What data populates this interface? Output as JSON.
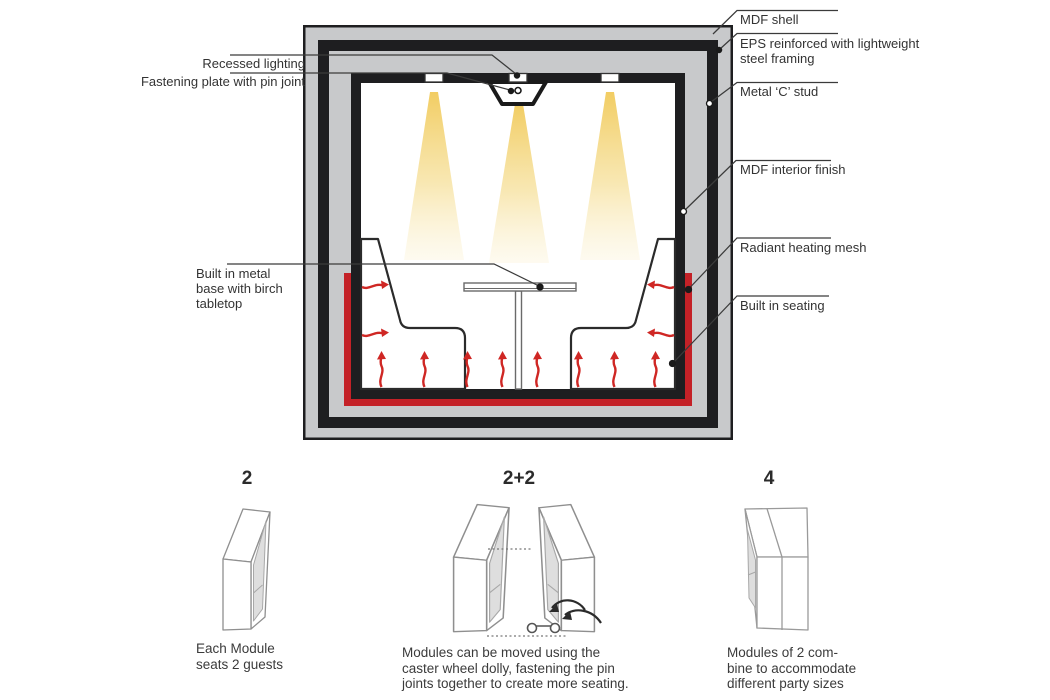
{
  "title": "Dining module cross-section diagram",
  "colors": {
    "wall_black": "#1e1e20",
    "wall_gray": "#c8c9cb",
    "heating_red": "#c42127",
    "light_yellow": "#f2cc5f",
    "sketch_gray": "#8f8f8f",
    "leader_line": "#3b3b3b",
    "text": "#333333"
  },
  "labels": {
    "left": [
      {
        "id": "recessed-lighting",
        "lines": [
          "Recessed lighting"
        ]
      },
      {
        "id": "fastening-plate",
        "lines": [
          "Fastening plate with pin joint"
        ]
      },
      {
        "id": "metal-base",
        "lines": [
          "Built in metal",
          "base with birch",
          "tabletop"
        ]
      }
    ],
    "right": [
      {
        "id": "mdf-shell",
        "lines": [
          "MDF shell"
        ]
      },
      {
        "id": "eps-core",
        "lines": [
          "EPS reinforced with lightweight",
          "steel framing"
        ]
      },
      {
        "id": "metal-c-stud",
        "lines": [
          "Metal ‘C’ stud"
        ]
      },
      {
        "id": "mdf-interior",
        "lines": [
          "MDF interior finish"
        ]
      },
      {
        "id": "radiant-mesh",
        "lines": [
          "Radiant heating mesh"
        ]
      },
      {
        "id": "built-in-seating",
        "lines": [
          "Built in seating"
        ]
      }
    ]
  },
  "modules": [
    {
      "heading": "2",
      "caption_lines": [
        "Each Module",
        "seats 2 guests",
        ""
      ]
    },
    {
      "heading": "2+2",
      "caption_lines": [
        "Modules can be moved using the",
        "caster wheel dolly, fastening the pin",
        "joints together to create more seating."
      ]
    },
    {
      "heading": "4",
      "caption_lines": [
        "Modules of 2 com-",
        "bine to accommodate",
        "different party sizes"
      ]
    }
  ]
}
